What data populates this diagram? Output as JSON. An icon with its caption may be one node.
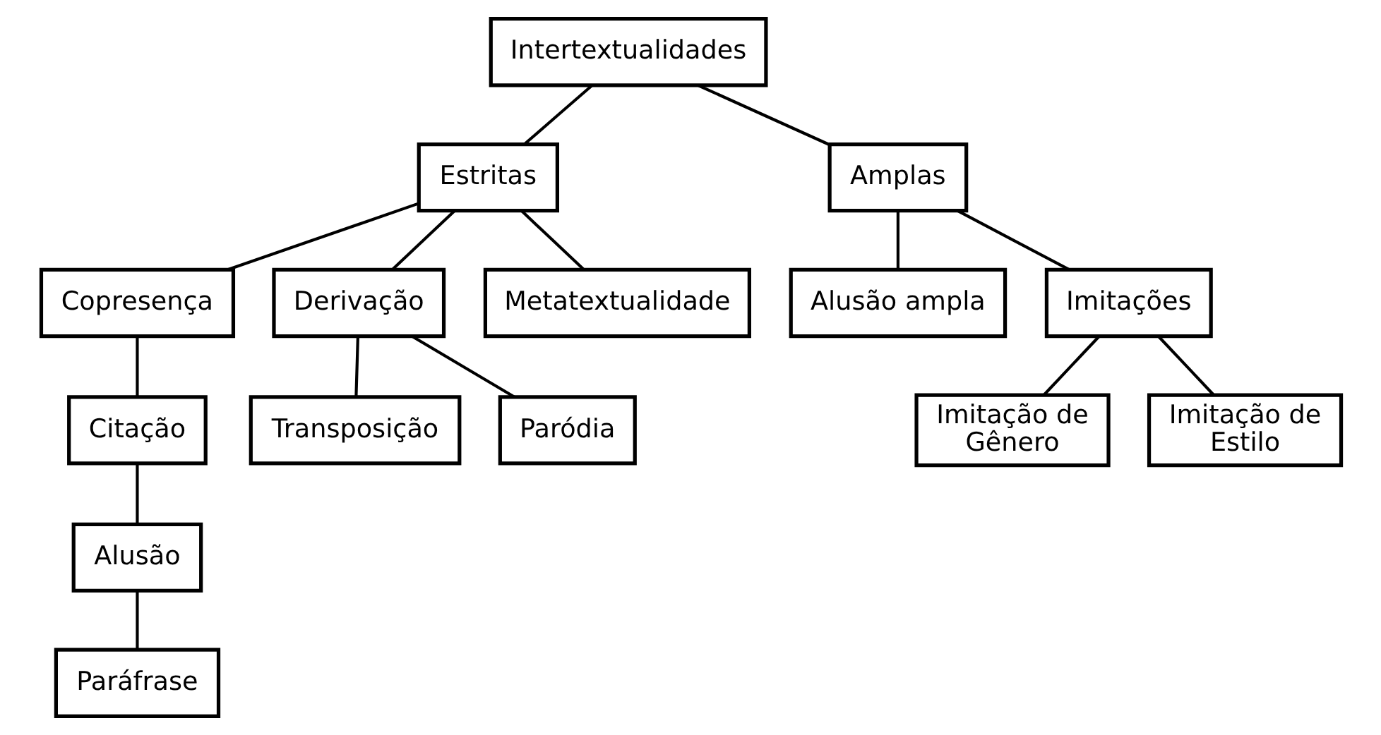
{
  "diagram": {
    "nodes": [
      {
        "text": [
          "Intertextualidades"
        ]
      },
      {
        "text": [
          "Estritas"
        ]
      },
      {
        "text": [
          "Amplas"
        ]
      },
      {
        "text": [
          "Copresença"
        ]
      },
      {
        "text": [
          "Derivação"
        ]
      },
      {
        "text": [
          "Metatextualidade"
        ]
      },
      {
        "text": [
          "Alusão ampla"
        ]
      },
      {
        "text": [
          "Imitações"
        ]
      },
      {
        "text": [
          "Citação"
        ]
      },
      {
        "text": [
          "Transposição"
        ]
      },
      {
        "text": [
          "Paródia"
        ]
      },
      {
        "text": [
          "Imitação de Gênero"
        ]
      },
      {
        "text": [
          "Imitação de Estilo"
        ]
      },
      {
        "text": [
          "Alusão"
        ]
      },
      {
        "text": [
          "Paráfrase"
        ]
      }
    ],
    "edges": [
      {
        "from": 0,
        "to": 1,
        "arrow": "none"
      },
      {
        "from": 0,
        "to": 2,
        "arrow": "none"
      },
      {
        "from": 1,
        "to": 3,
        "arrow": "none"
      },
      {
        "from": 1,
        "to": 4,
        "arrow": "none"
      },
      {
        "from": 1,
        "to": 5,
        "arrow": "none"
      },
      {
        "from": 2,
        "to": 6,
        "arrow": "none"
      },
      {
        "from": 2,
        "to": 7,
        "arrow": "none"
      },
      {
        "from": 3,
        "to": 8,
        "arrow": "none"
      },
      {
        "from": 8,
        "to": 13,
        "arrow": "none"
      },
      {
        "from": 13,
        "to": 14,
        "arrow": "none"
      },
      {
        "from": 4,
        "to": 9,
        "arrow": "none"
      },
      {
        "from": 4,
        "to": 10,
        "arrow": "none"
      },
      {
        "from": 7,
        "to": 11,
        "arrow": "none"
      },
      {
        "from": 7,
        "to": 12,
        "arrow": "none"
      }
    ]
  }
}
